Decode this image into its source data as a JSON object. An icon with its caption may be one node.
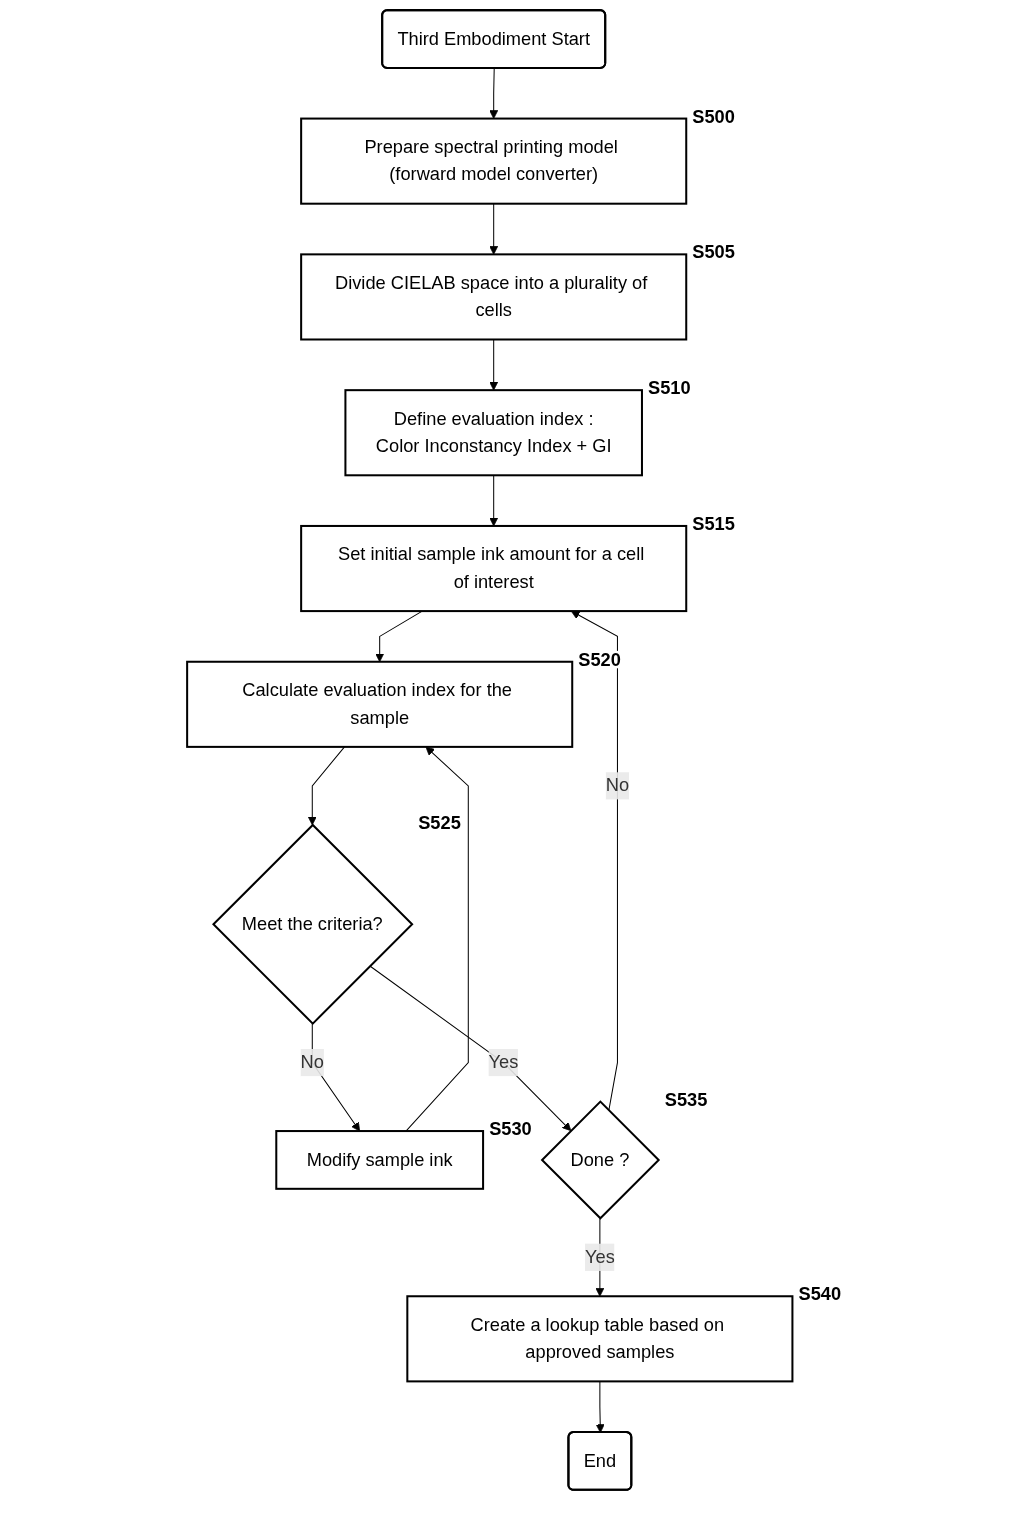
{
  "diagram": {
    "nodes": [
      {
        "text": [
          "Third Embodiment Start"
        ]
      },
      {
        "text": [
          "Prepare spectral printing model (forward model converter)"
        ],
        "beside": [
          "S500"
        ]
      },
      {
        "text": [
          "Divide CIELAB space into a plurality of cells"
        ],
        "beside": [
          "S505"
        ]
      },
      {
        "text": [
          "Define evaluation index :",
          "Color Inconstancy Index + GI"
        ],
        "beside": [
          "S510"
        ]
      },
      {
        "text": [
          "Set initial sample ink amount for a cell of interest"
        ],
        "beside": [
          "S515"
        ]
      },
      {
        "text": [
          "Calculate evaluation index for the sample"
        ],
        "beside": [
          "S520"
        ]
      },
      {
        "text": [
          "Meet the criteria?"
        ],
        "beside": [
          "S525"
        ]
      },
      {
        "text": [
          "Modify sample ink"
        ],
        "beside": [
          "S530"
        ]
      },
      {
        "text": [
          "Done ?"
        ],
        "beside": [
          "S535"
        ]
      },
      {
        "text": [
          "Create a lookup table based on approved samples"
        ],
        "beside": [
          "S540"
        ]
      },
      {
        "text": [
          "End"
        ]
      }
    ],
    "edges": [
      {
        "from": 0,
        "to": 1,
        "arrow": "to"
      },
      {
        "from": 1,
        "to": 2,
        "arrow": "to"
      },
      {
        "from": 2,
        "to": 3,
        "arrow": "to"
      },
      {
        "from": 3,
        "to": 4,
        "arrow": "to"
      },
      {
        "from": 4,
        "to": 5,
        "arrow": "to"
      },
      {
        "from": 5,
        "to": 6,
        "arrow": "to"
      },
      {
        "from": 6,
        "to": 7,
        "label": "No",
        "arrow": "to"
      },
      {
        "from": 7,
        "to": 5,
        "arrow": "to"
      },
      {
        "from": 6,
        "to": 8,
        "label": "Yes",
        "arrow": "to"
      },
      {
        "from": 8,
        "to": 4,
        "label": "No",
        "arrow": "to"
      },
      {
        "from": 8,
        "to": 9,
        "label": "Yes",
        "arrow": "to"
      },
      {
        "from": 9,
        "to": 10,
        "arrow": "to"
      }
    ]
  }
}
